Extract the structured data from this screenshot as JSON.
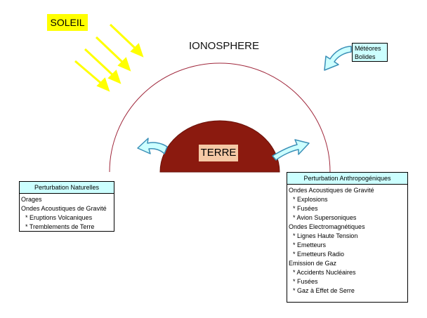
{
  "soleil": "SOLEIL",
  "ionosphere": "IONOSPHERE",
  "terre": "TERRE",
  "meteores": [
    "Météores",
    "Bolides"
  ],
  "naturelles": {
    "title": "Perturbation Naturelles",
    "items": [
      "Orages",
      "Ondes Acoustiques de Gravité",
      "  * Eruptions Volcaniques",
      "  * Tremblements de Terre"
    ]
  },
  "anthropogeniques": {
    "title": "Perturbation Anthropogéniques",
    "items": [
      "Ondes Acoustiques de Gravité",
      "  * Explosions",
      "  * Fusées",
      "  * Avion Supersoniques",
      "Ondes Electromagnétiques",
      "  * Lignes Haute Tension",
      "  * Emetteurs",
      "  * Emetteurs Radio",
      "Emission de Gaz",
      "  * Accidents Nucléaires",
      "  * Fusées",
      "  * Gaz à Effet de Serre"
    ]
  },
  "colors": {
    "sun": "#ffff00",
    "ionosphere_arc": "#a0283c",
    "earth": "#8b1a0f",
    "earth_label": "#f5c9a6",
    "arrow_fill": "#ccffff",
    "arrow_stroke": "#3a8fb7"
  }
}
